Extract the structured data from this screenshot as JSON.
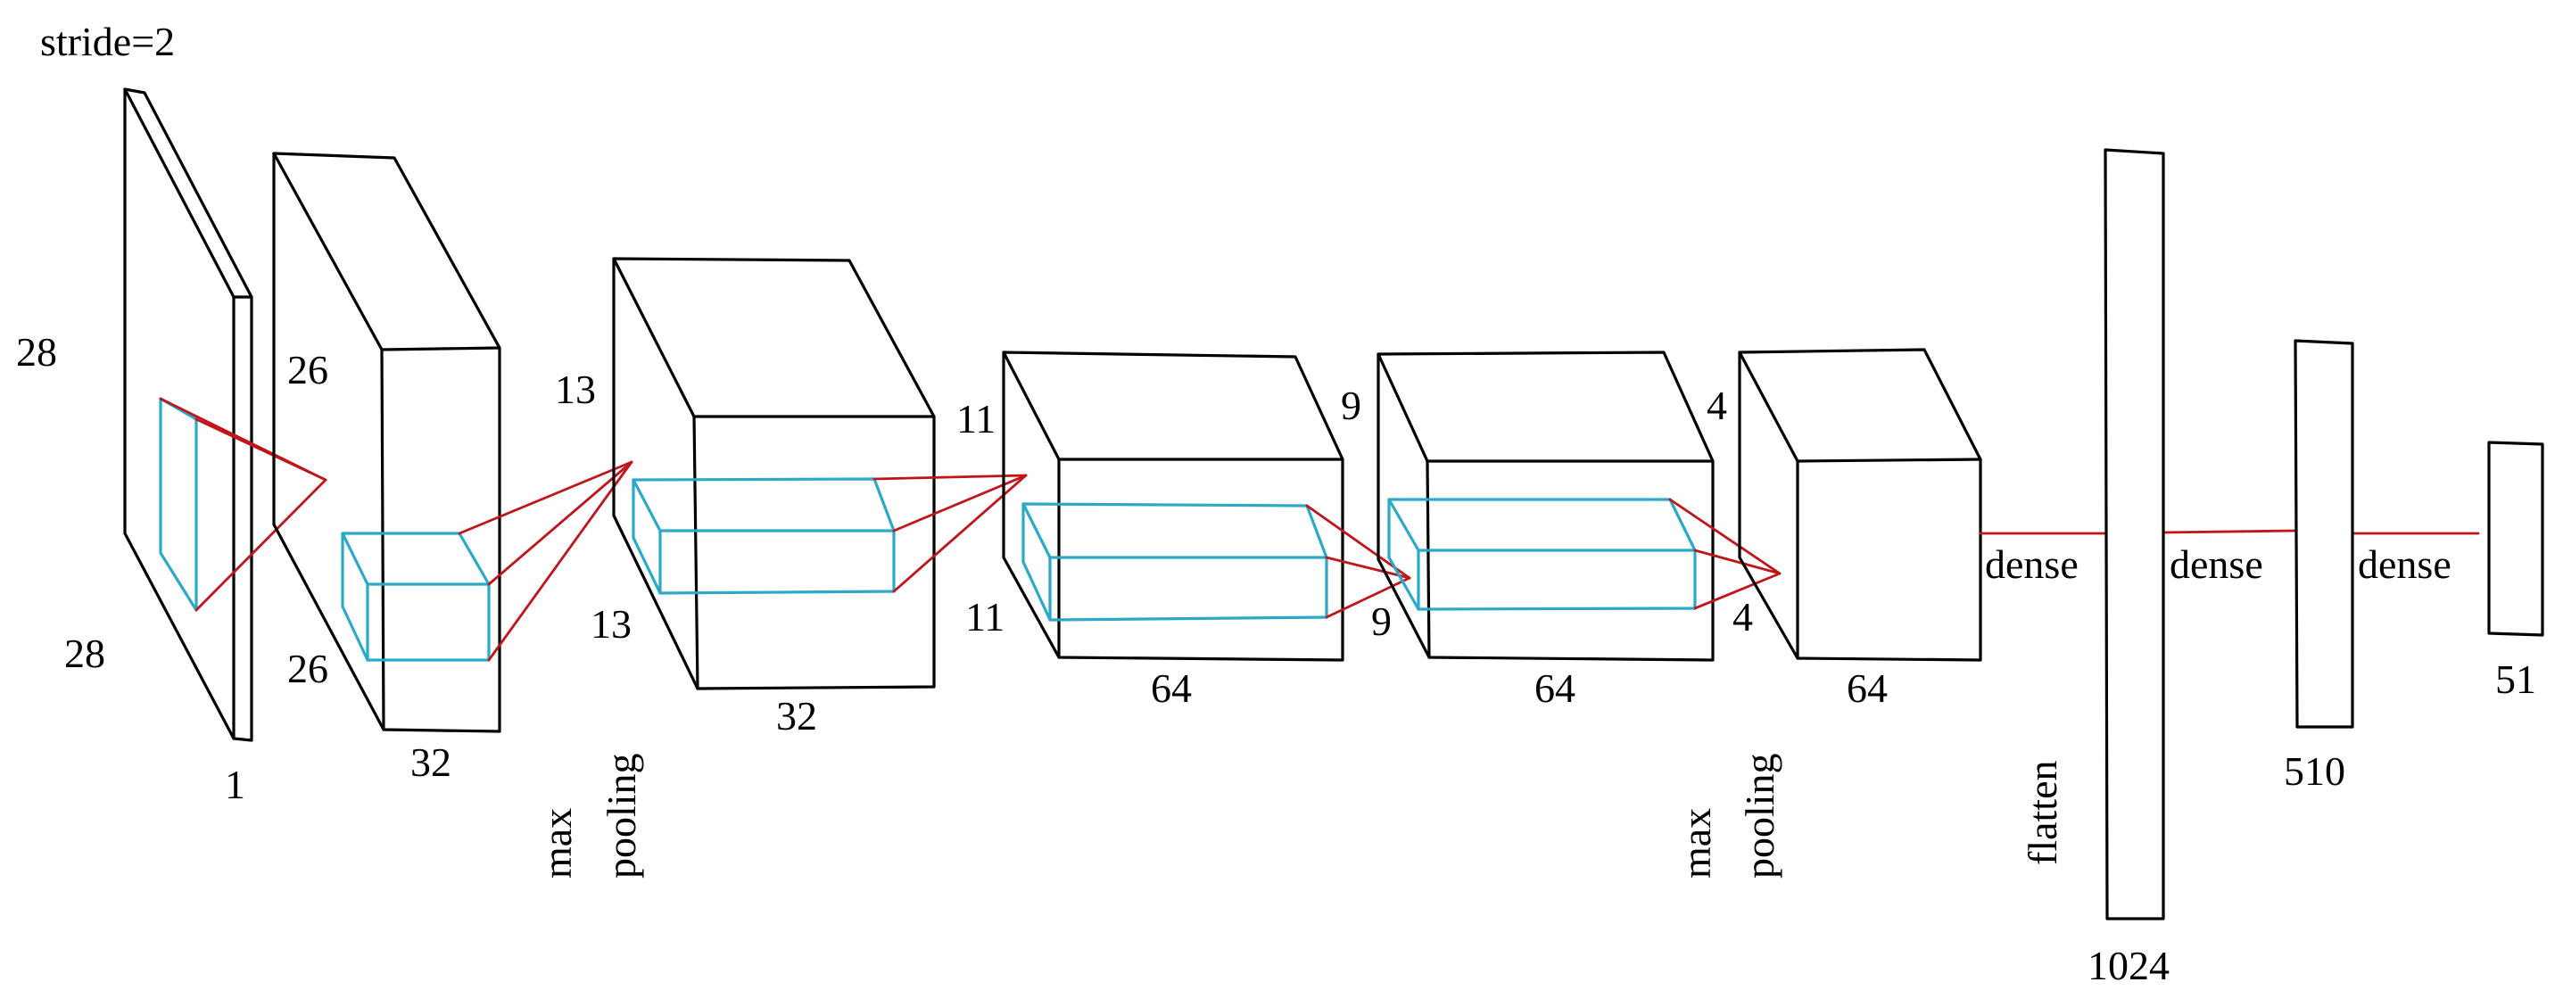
{
  "labels": {
    "stride": "stride=2",
    "input_h": "28",
    "input_w": "28",
    "input_c": "1",
    "conv1_h": "26",
    "conv1_w": "26",
    "conv1_c": "32",
    "pool1_a": "max",
    "pool1_b": "pooling",
    "pool1_h": "13",
    "pool1_w": "13",
    "pool1_c": "32",
    "conv2_h": "11",
    "conv2_w": "11",
    "conv2_c": "64",
    "conv3_h": "9",
    "conv3_w": "9",
    "conv3_c": "64",
    "pool2_a": "max",
    "pool2_b": "pooling",
    "pool2_h": "4",
    "pool2_w": "4",
    "pool2_c": "64",
    "dense1": "dense",
    "dense2": "dense",
    "dense3": "dense",
    "flatten": "flatten",
    "fc1": "1024",
    "fc2": "510",
    "fc3": "51"
  },
  "colors": {
    "outline": "#000000",
    "kernel": "#2aa9c9",
    "connection": "#c0151b"
  }
}
